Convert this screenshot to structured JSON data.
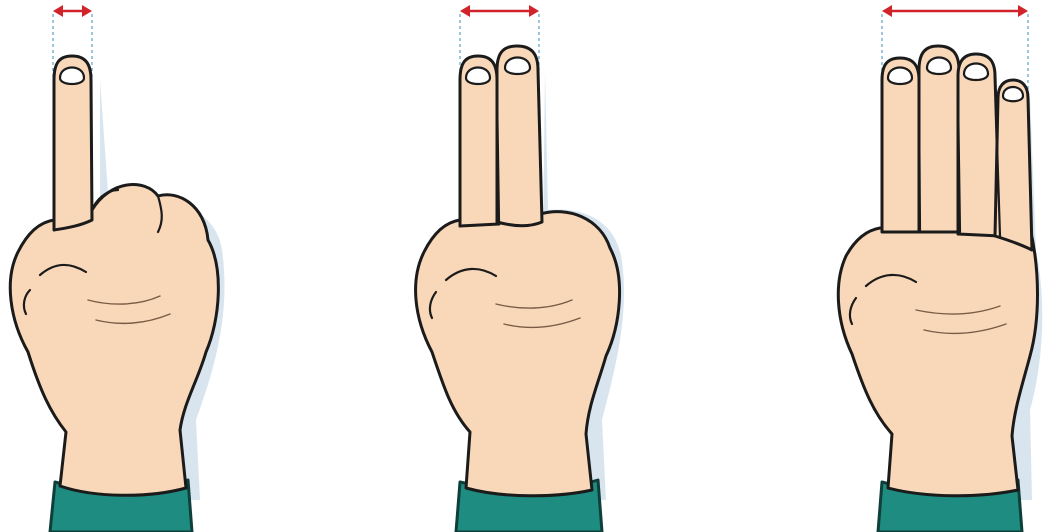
{
  "image": {
    "background_color": "#ffffff",
    "skin_color": "#f9d8b9",
    "sleeve_color": "#1e8c80",
    "arrow_color": "#d0232a",
    "guide_color": "#6aa7c8"
  },
  "panels": [
    {
      "name": "one-finger-hand",
      "fingers_raised": 1
    },
    {
      "name": "two-finger-hand",
      "fingers_raised": 2
    },
    {
      "name": "four-finger-hand",
      "fingers_raised": 4
    }
  ]
}
